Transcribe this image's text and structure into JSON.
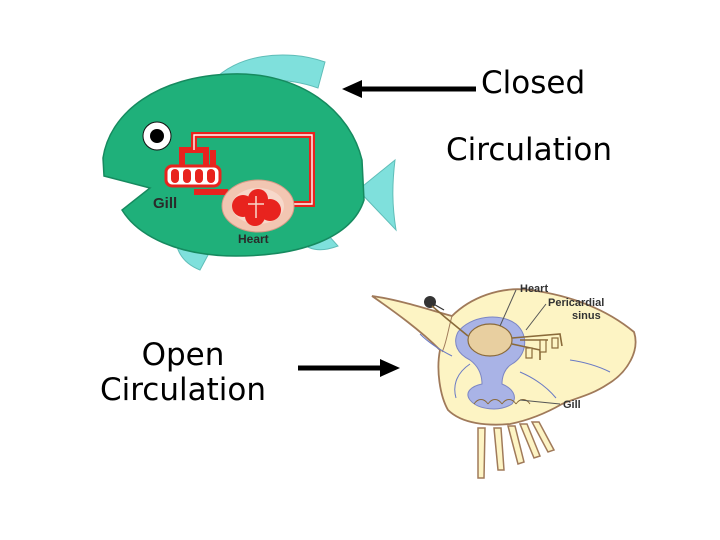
{
  "closed": {
    "caption_line1": "Closed",
    "caption_line2": "Circulation",
    "fish_labels": {
      "gill": "Gill",
      "heart": "Heart"
    }
  },
  "open": {
    "caption_line1": "Open",
    "caption_line2": "Circulation",
    "animal_labels": {
      "heart": "Heart",
      "pericardial": "Pericardial",
      "sinus": "sinus",
      "gill": "Gill"
    }
  },
  "colors": {
    "fish_body": "#1fb07a",
    "fish_fin": "#7fe0dc",
    "vessel_red": "#e8231e",
    "heart_pink": "#f2c6b2",
    "animal_body": "#fdf4c4",
    "animal_outline": "#a07a5a",
    "heart_sinus_blue": "#a9b3e6",
    "arrow_black": "#000000"
  }
}
